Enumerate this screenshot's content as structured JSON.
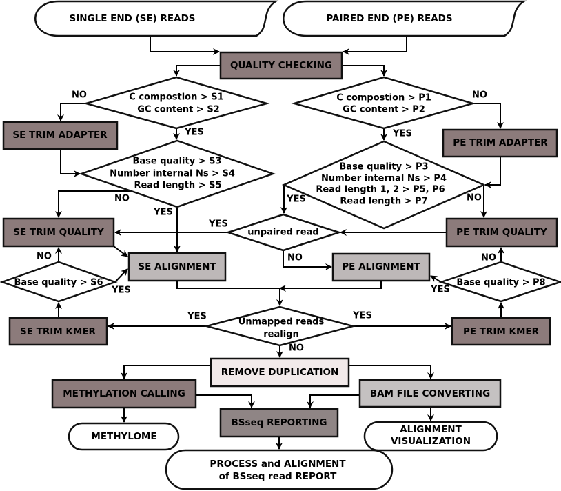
{
  "nodes": {
    "se_reads": "SINGLE END (SE) READS",
    "pe_reads": "PAIRED END (PE) READS",
    "quality_checking": "QUALITY CHECKING",
    "se_check1": [
      "C compostion > S1",
      "GC content > S2"
    ],
    "pe_check1": [
      "C compostion > P1",
      "GC content > P2"
    ],
    "se_trim_adapter": "SE TRIM ADAPTER",
    "pe_trim_adapter": "PE TRIM ADAPTER",
    "se_check2": [
      "Base quality > S3",
      "Number internal Ns > S4",
      "Read length > S5"
    ],
    "pe_check2": [
      "Base quality > P3",
      "Number internal Ns > P4",
      "Read length 1, 2 > P5, P6",
      "Read length > P7"
    ],
    "se_trim_quality": "SE TRIM QUALITY",
    "pe_trim_quality": "PE TRIM QUALITY",
    "unpaired_read": "unpaired read",
    "se_alignment": "SE ALIGNMENT",
    "pe_alignment": "PE ALIGNMENT",
    "se_check3": "Base quality > S6",
    "pe_check3": "Base quality > P8",
    "se_trim_kmer": "SE TRIM KMER",
    "pe_trim_kmer": "PE TRIM KMER",
    "unmapped": [
      "Unmapped reads",
      "realign"
    ],
    "remove_duplication": "REMOVE DUPLICATION",
    "methylation_calling": "METHYLATION CALLING",
    "bam_converting": "BAM FILE CONVERTING",
    "bsseq_reporting": "BSseq REPORTING",
    "methylome": "METHYLOME",
    "alignment_visualization": [
      "ALIGNMENT",
      "VISUALIZATION"
    ],
    "final_report": [
      "PROCESS and ALIGNMENT",
      "of BSseq read REPORT"
    ]
  },
  "labels": {
    "yes": "YES",
    "no": "NO"
  },
  "colors": {
    "trim_box": "#8c7b7b",
    "alignment_box": "#bdb8b8",
    "remove_duplication_box": "#f2eaea",
    "bam_box": "#c4c1c1",
    "reporting_box": "#8f8585"
  }
}
